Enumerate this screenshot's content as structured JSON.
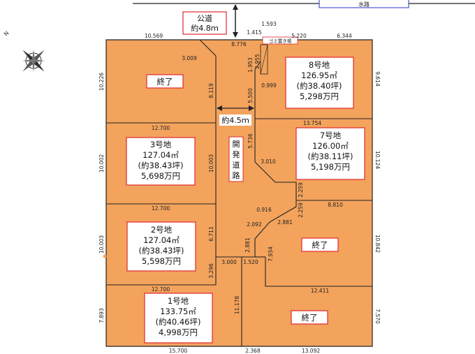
{
  "road": {
    "label": "公道",
    "width": "約4.8ｍ"
  },
  "waterway": {
    "label": "水路"
  },
  "dev_road": {
    "label": "開発道路",
    "width": "約4.5ｍ"
  },
  "garbage": {
    "label": "ゴミ置き場"
  },
  "lots": {
    "lot8": {
      "name": "8号地",
      "area": "126.95㎡",
      "tsubo": "(約38.40坪)",
      "price": "5,298万円"
    },
    "lot7": {
      "name": "7号地",
      "area": "126.00㎡",
      "tsubo": "(約38.11坪)",
      "price": "5,198万円"
    },
    "lot3": {
      "name": "3号地",
      "area": "127.04㎡",
      "tsubo": "(約38.43坪)",
      "price": "5,698万円"
    },
    "lot2": {
      "name": "2号地",
      "area": "127.04㎡",
      "tsubo": "(約38.43坪)",
      "price": "5,598万円"
    },
    "lot1": {
      "name": "1号地",
      "area": "133.75㎡",
      "tsubo": "(約40.46坪)",
      "price": "4,998万円"
    },
    "sold_nw": {
      "name": "終了"
    },
    "sold_e": {
      "name": "終了"
    },
    "sold_se": {
      "name": "終了"
    }
  },
  "dims": {
    "top_left": "10.569",
    "top_mid": "8.776",
    "top_r1": "5.220",
    "top_r2": "6.344",
    "left_1": "10.226",
    "left_2": "10.002",
    "left_3": "10.003",
    "left_4": "7.893",
    "right_1": "9.614",
    "right_2": "10.124",
    "right_3": "10.842",
    "right_4": "7.570",
    "bottom_1": "15.700",
    "bottom_2": "2.368",
    "bottom_3": "13.092",
    "h_12700_a": "12.700",
    "h_12700_b": "12.700",
    "h_12700_c": "12.700",
    "h_13754": "13.754",
    "h_8810": "8.810",
    "h_12411": "12.411",
    "d_3009": "3.009",
    "d_8119": "8.119",
    "d_10003": "10.003",
    "d_6711": "6.711",
    "d_3296": "3.296",
    "d_1415": "1.415",
    "d_1593": "1.593",
    "d_1953": "1.953",
    "d_2955": "2.955",
    "d_0999": "0.999",
    "d_5500": "5.500",
    "d_5736": "5.736",
    "d_3010": "3.010",
    "d_2259a": "2.259",
    "d_2259b": "2.259",
    "d_0916": "0.916",
    "d_2092": "2.092",
    "d_2881a": "2.881",
    "d_2881b": "2.881",
    "d_3000": "3.000",
    "d_1520": "1.520",
    "d_7934": "7.934",
    "d_11178": "11.178"
  },
  "colors": {
    "lot": "#F3A35C",
    "line": "#222222",
    "box_border": "#E0282E",
    "waterway": "#2A35C8"
  }
}
